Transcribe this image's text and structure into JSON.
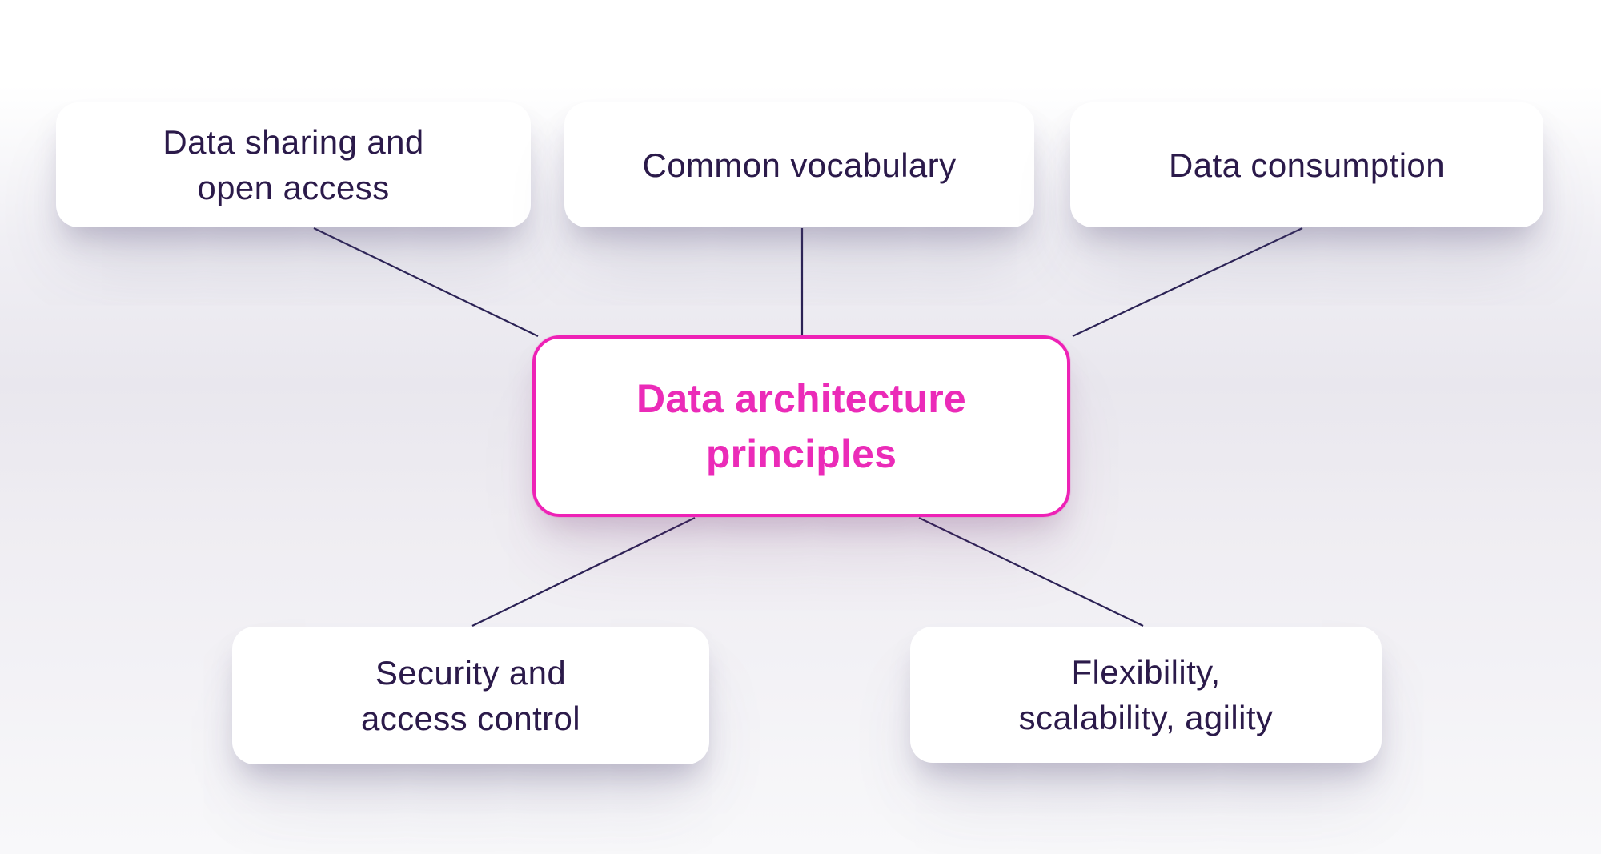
{
  "colors": {
    "accent_pink": "#EB2BB8",
    "text_navy": "#2B1A4A",
    "connector_line": "#2B2255",
    "node_background": "#FFFFFF"
  },
  "diagram": {
    "center_node": {
      "label": "Data architecture principles",
      "lines": [
        "Data architecture",
        "principles"
      ]
    },
    "nodes": [
      {
        "id": "data-sharing-open-access",
        "position": "top-left",
        "label": "Data sharing and open access",
        "lines": [
          "Data sharing and",
          "open access"
        ]
      },
      {
        "id": "common-vocabulary",
        "position": "top-center",
        "label": "Common vocabulary",
        "lines": [
          "Common vocabulary"
        ]
      },
      {
        "id": "data-consumption",
        "position": "top-right",
        "label": "Data consumption",
        "lines": [
          "Data consumption"
        ]
      },
      {
        "id": "security-access-control",
        "position": "bottom-left",
        "label": "Security and access control",
        "lines": [
          "Security and",
          "access control"
        ]
      },
      {
        "id": "flexibility-scalability-agility",
        "position": "bottom-right",
        "label": "Flexibility, scalability, agility",
        "lines": [
          "Flexibility,",
          "scalability, agility"
        ]
      }
    ]
  }
}
